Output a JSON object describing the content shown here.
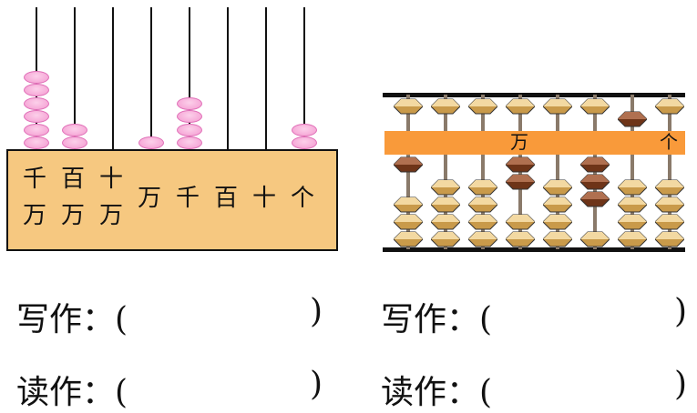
{
  "left_abacus": {
    "place_labels": [
      {
        "top": "千",
        "bottom": "万"
      },
      {
        "top": "百",
        "bottom": "万"
      },
      {
        "top": "十",
        "bottom": "万"
      },
      {
        "top": "",
        "bottom": "万"
      },
      {
        "top": "",
        "bottom": "千"
      },
      {
        "top": "",
        "bottom": "百"
      },
      {
        "top": "",
        "bottom": "十"
      },
      {
        "top": "",
        "bottom": "个"
      }
    ],
    "bead_counts": [
      6,
      2,
      0,
      1,
      4,
      0,
      0,
      2
    ],
    "bead_color": "#f7b3dd",
    "base_color": "#f6c880"
  },
  "right_abacus": {
    "beam_labels": {
      "wan": "万",
      "ge": "个"
    },
    "upper_active": [
      false,
      false,
      false,
      false,
      false,
      false,
      true,
      false
    ],
    "lower_active": [
      1,
      0,
      0,
      2,
      0,
      3,
      0,
      0
    ],
    "beam_color": "#f99a3a",
    "active_bead_color": "#8b4a2b",
    "inactive_bead_color": "#e8c27a"
  },
  "answers": {
    "left_write_label": "写作：(",
    "left_read_label": "读作：(",
    "right_write_label": "写作：(",
    "right_read_label": "读作：(",
    "close_paren": ")"
  }
}
